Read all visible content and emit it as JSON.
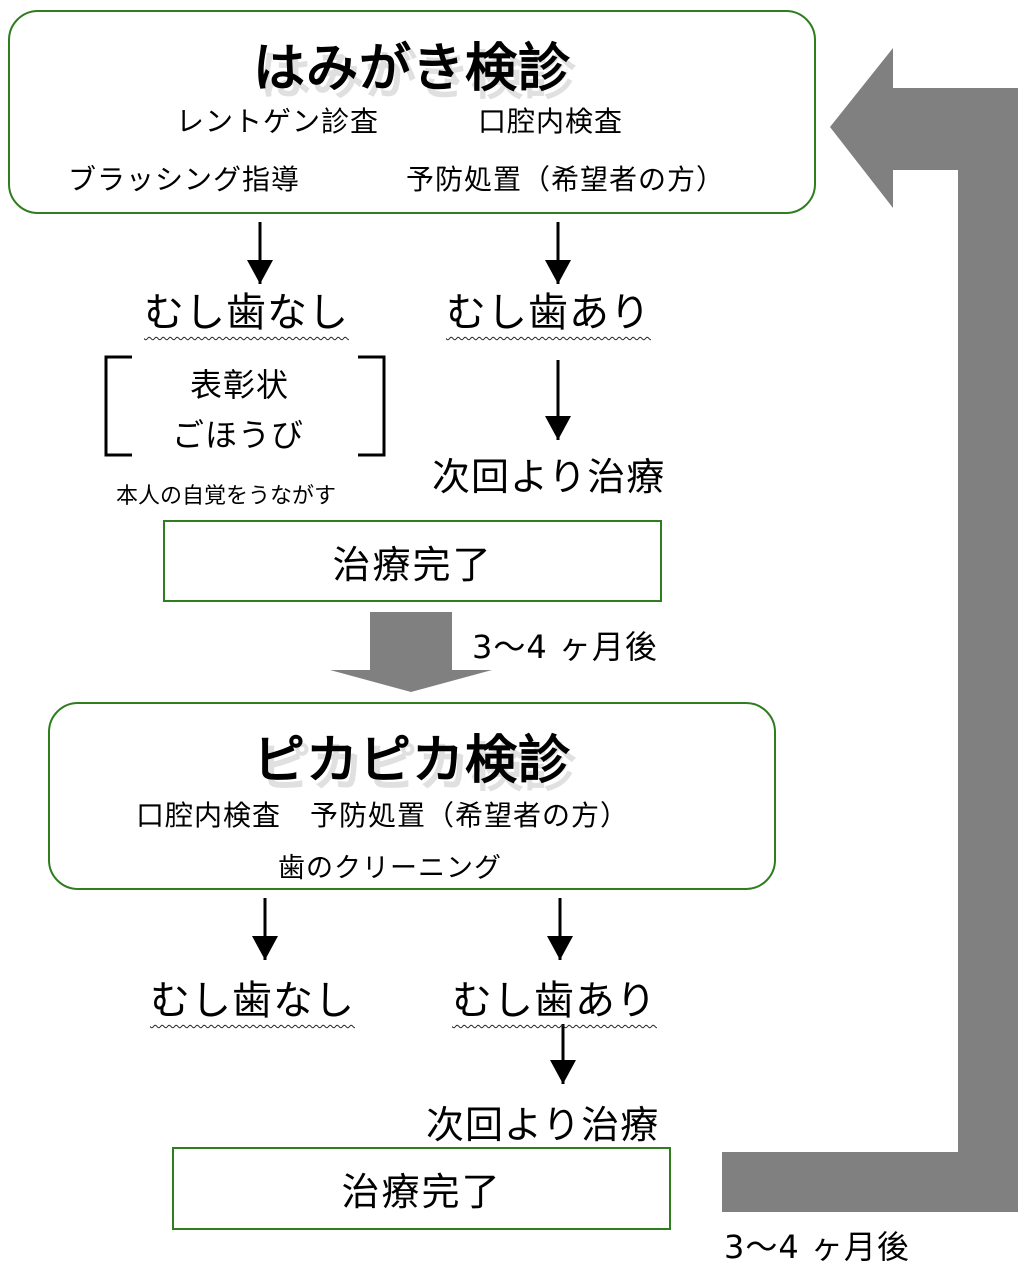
{
  "checkup1": {
    "title": "はみがき検診",
    "row1_left": "レントゲン診査",
    "row1_right": "口腔内検査",
    "row2_left": "ブラッシング指導",
    "row2_right": "予防処置（希望者の方）"
  },
  "branch1": {
    "no_caries": "むし歯なし",
    "caries": "むし歯あり",
    "reward_line1": "表彰状",
    "reward_line2": "ごほうび",
    "reward_note": "本人の自覚をうながす",
    "next_treatment": "次回より治療",
    "complete": "治療完了"
  },
  "interval_1": "3～4 ヶ月後",
  "checkup2": {
    "title": "ピカピカ検診",
    "row1": "口腔内検査　予防処置（希望者の方）",
    "row2": "歯のクリーニング"
  },
  "branch2": {
    "no_caries": "むし歯なし",
    "caries": "むし歯あり",
    "next_treatment": "次回より治療",
    "complete": "治療完了"
  },
  "interval_2": "3～4 ヶ月後",
  "colors": {
    "box_border": "#2e7d1e",
    "arrow_gray": "#808080"
  }
}
